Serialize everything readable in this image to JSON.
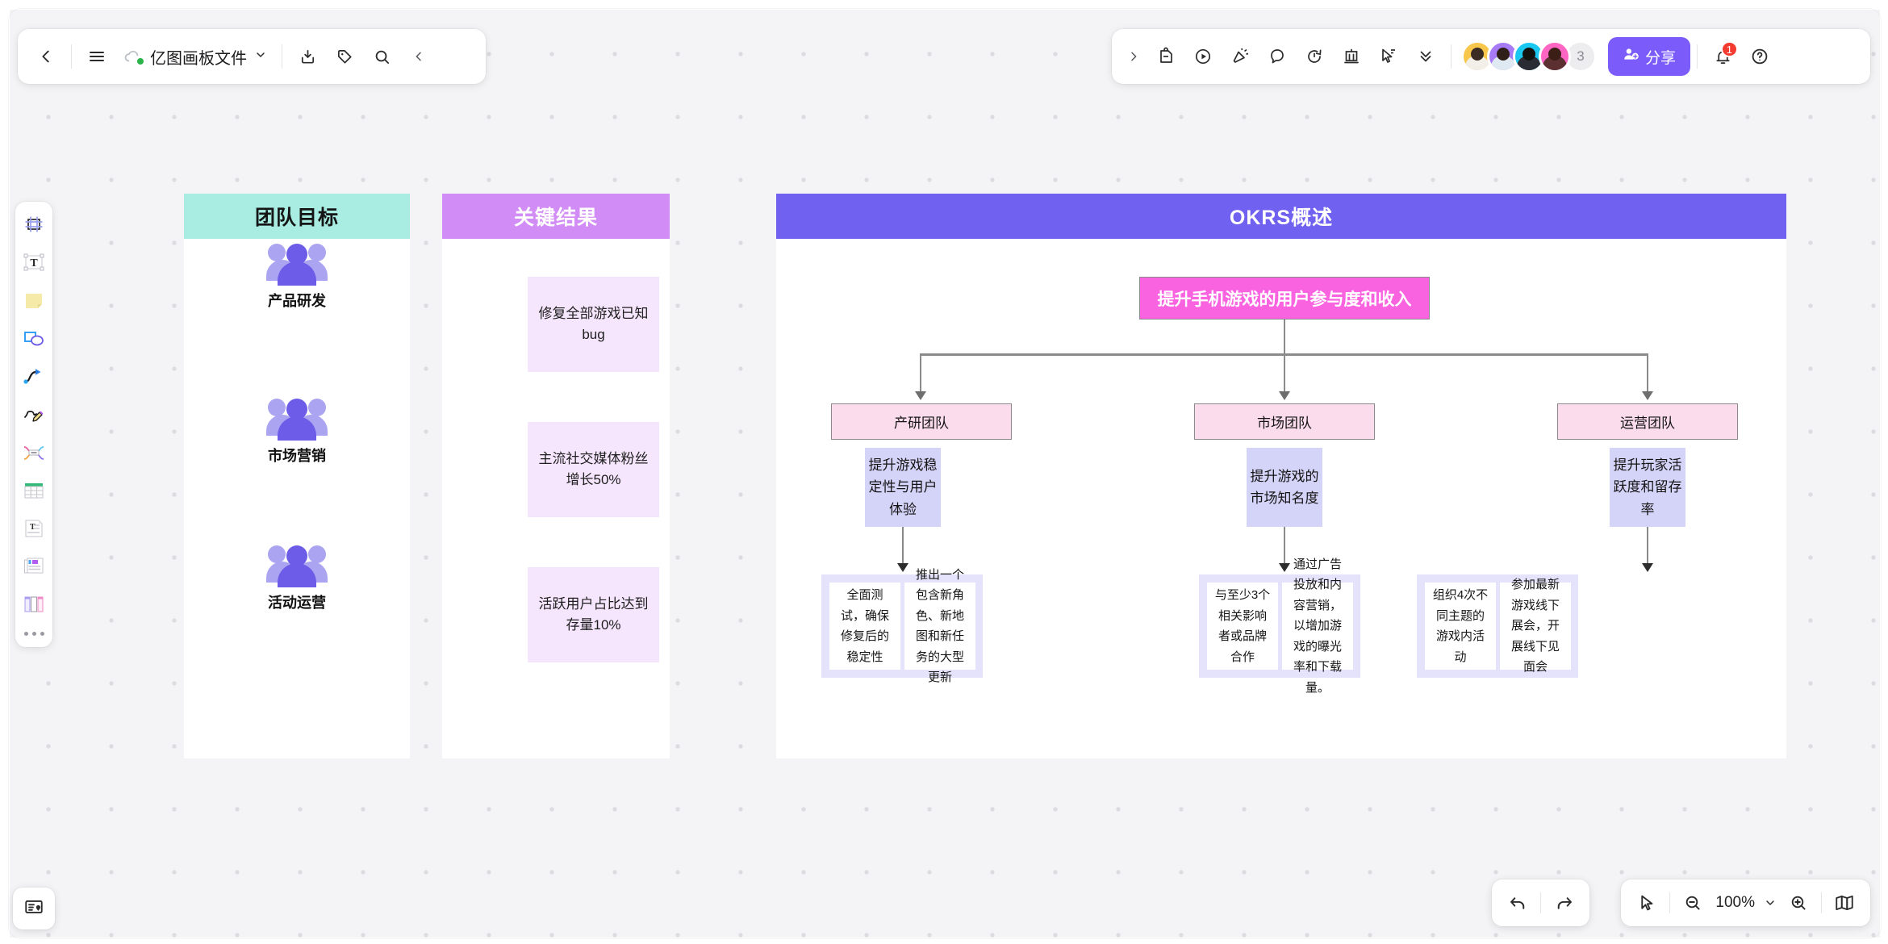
{
  "app": {
    "title": "亿图画板文件",
    "back_icon": "chevron-left-icon",
    "menu_icon": "hamburger-menu-icon",
    "cloud_icon": "cloud-sync-icon",
    "title_caret_icon": "chevron-down-icon",
    "export_icon": "export-download-icon",
    "tag_icon": "tag-icon",
    "search_icon": "search-icon",
    "collapse_icon": "chevron-left-icon"
  },
  "toolbar_right": {
    "expand_icon": "chevron-right-icon",
    "items": [
      {
        "icon": "sticky-note-lock-icon",
        "name": "notes"
      },
      {
        "icon": "play-circle-icon",
        "name": "presentation"
      },
      {
        "icon": "megaphone-icon",
        "name": "announce"
      },
      {
        "icon": "comment-icon",
        "name": "comment"
      },
      {
        "icon": "timer-icon",
        "name": "timer"
      },
      {
        "icon": "bar-chart-icon",
        "name": "chart"
      },
      {
        "icon": "cursor-flag-icon",
        "name": "vote"
      },
      {
        "icon": "double-chevron-down-icon",
        "name": "more"
      }
    ],
    "avatars": [
      {
        "ring": "#f7c64b",
        "hair": "#3a2c23",
        "skin": "#f0dcc8"
      },
      {
        "ring": "#a77bf5",
        "hair": "#2e2019",
        "skin": "#f1dbc9"
      },
      {
        "ring": "#19c7f0",
        "hair": "#14120f",
        "skin": "#e8cbb2"
      },
      {
        "ring": "#ff66c4",
        "hair": "#3b1f17",
        "skin": "#f0d5c0"
      }
    ],
    "avatar_overflow": "3",
    "share_label": "分享",
    "share_icon": "user-add-icon",
    "share_color": "#7b5cfa",
    "bell_icon": "bell-icon",
    "bell_badge": "1",
    "help_icon": "question-circle-icon"
  },
  "tool_rail": {
    "items": [
      {
        "name": "frame-tool",
        "icon": "frame-icon"
      },
      {
        "name": "text-tool",
        "icon": "text-box-icon"
      },
      {
        "name": "sticky-note-tool",
        "icon": "sticky-note-icon"
      },
      {
        "name": "shape-tool",
        "icon": "shapes-icon"
      },
      {
        "name": "connector-tool",
        "icon": "curve-arrow-icon"
      },
      {
        "name": "pen-tool",
        "icon": "pencil-scribble-icon"
      },
      {
        "name": "mindmap-tool",
        "icon": "mindmap-icon"
      },
      {
        "name": "table-tool",
        "icon": "table-icon"
      },
      {
        "name": "doc-tool",
        "icon": "text-document-icon"
      },
      {
        "name": "template-tool",
        "icon": "template-cards-icon"
      },
      {
        "name": "kanban-tool",
        "icon": "kanban-columns-icon"
      }
    ],
    "more_icon": "three-dots-icon"
  },
  "layer_button": {
    "icon": "layers-pin-icon"
  },
  "bottom_bar": {
    "undo_icon": "undo-arrow-icon",
    "redo_icon": "redo-arrow-icon",
    "cursor_icon": "cursor-pointer-icon",
    "zoom_out_icon": "zoom-out-icon",
    "zoom_level": "100%",
    "zoom_caret_icon": "chevron-down-icon",
    "zoom_in_icon": "zoom-in-icon",
    "minimap_icon": "map-icon"
  },
  "board": {
    "frames": [
      {
        "id": "goal",
        "title": "团队目标",
        "header_bg": "#a9ece2",
        "header_color": "#151515"
      },
      {
        "id": "kr",
        "title": "关键结果",
        "header_bg": "#d28cf5",
        "header_color": "#ffffff"
      },
      {
        "id": "okr",
        "title": "OKRS概述",
        "header_bg": "#7061f0",
        "header_color": "#ffffff"
      }
    ],
    "team_goals": [
      {
        "label": "产品研发",
        "icon": "people-group-icon"
      },
      {
        "label": "市场营销",
        "icon": "people-group-icon"
      },
      {
        "label": "活动运营",
        "icon": "people-group-icon"
      }
    ],
    "key_results": [
      {
        "text": "修复全部游戏已知bug"
      },
      {
        "text": "主流社交媒体粉丝增长50%"
      },
      {
        "text": "活跃用户占比达到存量10%"
      }
    ],
    "okr_tree": {
      "root": {
        "text": "提升手机游戏的用户参与度和收入",
        "bg": "#fa63e0",
        "color": "#ffffff"
      },
      "branches": [
        {
          "team": "产研团队",
          "objective": "提升游戏稳定性与用户体验",
          "leaves": [
            "全面测试，确保修复后的稳定性",
            "推出一个包含新角色、新地图和新任务的大型更新"
          ]
        },
        {
          "team": "市场团队",
          "objective": "提升游戏的市场知名度",
          "leaves": [
            "与至少3个相关影响者或品牌合作",
            "通过广告投放和内容营销，以增加游戏的曝光率和下载量。"
          ]
        },
        {
          "team": "运营团队",
          "objective": "提升玩家活跃度和留存率",
          "leaves": [
            "组织4次不同主题的游戏内活动",
            "参加最新游戏线下展会，开展线下见面会"
          ]
        }
      ]
    }
  },
  "colors": {
    "canvas_bg": "#f4f4f6",
    "grid_dot": "#dcdce0",
    "accent_purple": "#7b5cfa",
    "team_node": "#fbdced",
    "objective_node": "#d4d3f8",
    "group_box": "#e4e3fb",
    "kr_card": "#f6e6fd",
    "line": "#8a8a8a"
  }
}
